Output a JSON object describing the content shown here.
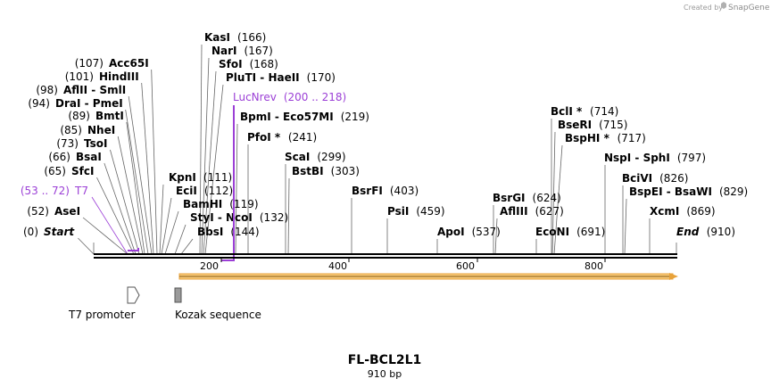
{
  "credit": {
    "prefix": "Created by",
    "brand": "SnapGene"
  },
  "sequence": {
    "name": "FL-BCL2L1",
    "length": 910,
    "length_label": "910 bp"
  },
  "ruler_ticks": [
    "200",
    "400",
    "600",
    "800"
  ],
  "sites": [
    {
      "name": "Start",
      "pos": "(0)",
      "side": "left",
      "italic": true,
      "num": 0
    },
    {
      "name": "AseI",
      "pos": "(52)",
      "side": "left",
      "num": 52
    },
    {
      "name": "T7",
      "pos": "(53 .. 72)",
      "side": "left",
      "primer": true,
      "num": 53
    },
    {
      "name": "SfcI",
      "pos": "(65)",
      "side": "left",
      "num": 65
    },
    {
      "name": "BsaI",
      "pos": "(66)",
      "side": "left",
      "num": 66
    },
    {
      "name": "TsoI",
      "pos": "(73)",
      "side": "left",
      "num": 73
    },
    {
      "name": "NheI",
      "pos": "(85)",
      "side": "left",
      "num": 85
    },
    {
      "name": "BmtI",
      "pos": "(89)",
      "side": "left",
      "num": 89
    },
    {
      "name": "DraI  -  PmeI",
      "pos": "(94)",
      "side": "left",
      "num": 94
    },
    {
      "name": "AflII  -  SmlI",
      "pos": "(98)",
      "side": "left",
      "num": 98
    },
    {
      "name": "HindIII",
      "pos": "(101)",
      "side": "left",
      "num": 101
    },
    {
      "name": "Acc65I",
      "pos": "(107)",
      "side": "left",
      "num": 107
    },
    {
      "name": "KpnI",
      "pos": "(111)",
      "side": "right",
      "num": 111
    },
    {
      "name": "EciI",
      "pos": "(112)",
      "side": "right",
      "num": 112
    },
    {
      "name": "BamHI",
      "pos": "(119)",
      "side": "right",
      "num": 119
    },
    {
      "name": "StyI  -  NcoI",
      "pos": "(132)",
      "side": "right",
      "num": 132
    },
    {
      "name": "BbsI",
      "pos": "(144)",
      "side": "right",
      "num": 144
    },
    {
      "name": "KasI",
      "pos": "(166)",
      "side": "right",
      "num": 166
    },
    {
      "name": "NarI",
      "pos": "(167)",
      "side": "right",
      "num": 167
    },
    {
      "name": "SfoI",
      "pos": "(168)",
      "side": "right",
      "num": 168
    },
    {
      "name": "PluTI  -  HaeII",
      "pos": "(170)",
      "side": "right",
      "num": 170
    },
    {
      "name": "LucNrev",
      "pos": "(200 .. 218)",
      "side": "right",
      "primer": true,
      "num": 218
    },
    {
      "name": "BpmI  -  Eco57MI",
      "pos": "(219)",
      "side": "right",
      "num": 219
    },
    {
      "name": "PfoI *",
      "pos": "(241)",
      "side": "right",
      "num": 241
    },
    {
      "name": "ScaI",
      "pos": "(299)",
      "side": "right",
      "num": 299
    },
    {
      "name": "BstBI",
      "pos": "(303)",
      "side": "right",
      "num": 303
    },
    {
      "name": "BsrFI",
      "pos": "(403)",
      "side": "right",
      "num": 403
    },
    {
      "name": "PsiI",
      "pos": "(459)",
      "side": "right",
      "num": 459
    },
    {
      "name": "ApoI",
      "pos": "(537)",
      "side": "right",
      "num": 537
    },
    {
      "name": "BsrGI",
      "pos": "(624)",
      "side": "right",
      "num": 624
    },
    {
      "name": "AflIII",
      "pos": "(627)",
      "side": "right",
      "num": 627
    },
    {
      "name": "EcoNI",
      "pos": "(691)",
      "side": "right",
      "num": 691
    },
    {
      "name": "BclI *",
      "pos": "(714)",
      "side": "right",
      "num": 714
    },
    {
      "name": "BseRI",
      "pos": "(715)",
      "side": "right",
      "num": 715
    },
    {
      "name": "BspHI *",
      "pos": "(717)",
      "side": "right",
      "num": 717
    },
    {
      "name": "NspI  -  SphI",
      "pos": "(797)",
      "side": "right",
      "num": 797
    },
    {
      "name": "BciVI",
      "pos": "(826)",
      "side": "right",
      "num": 826
    },
    {
      "name": "BspEI  -  BsaWI",
      "pos": "(829)",
      "side": "right",
      "num": 829
    },
    {
      "name": "XcmI",
      "pos": "(869)",
      "side": "right",
      "num": 869
    },
    {
      "name": "End",
      "pos": "(910)",
      "side": "right",
      "italic": true,
      "num": 910
    }
  ],
  "features": [
    {
      "name": "T7 promoter",
      "kind": "promoter"
    },
    {
      "name": "Kozak sequence",
      "kind": "misc"
    }
  ],
  "colors": {
    "primer": "#9b3fd6",
    "orf_fill": "#f6c97a",
    "orf_edge": "#e8a23a",
    "backbone": "#000000",
    "kozak": "#9a9a9a"
  }
}
